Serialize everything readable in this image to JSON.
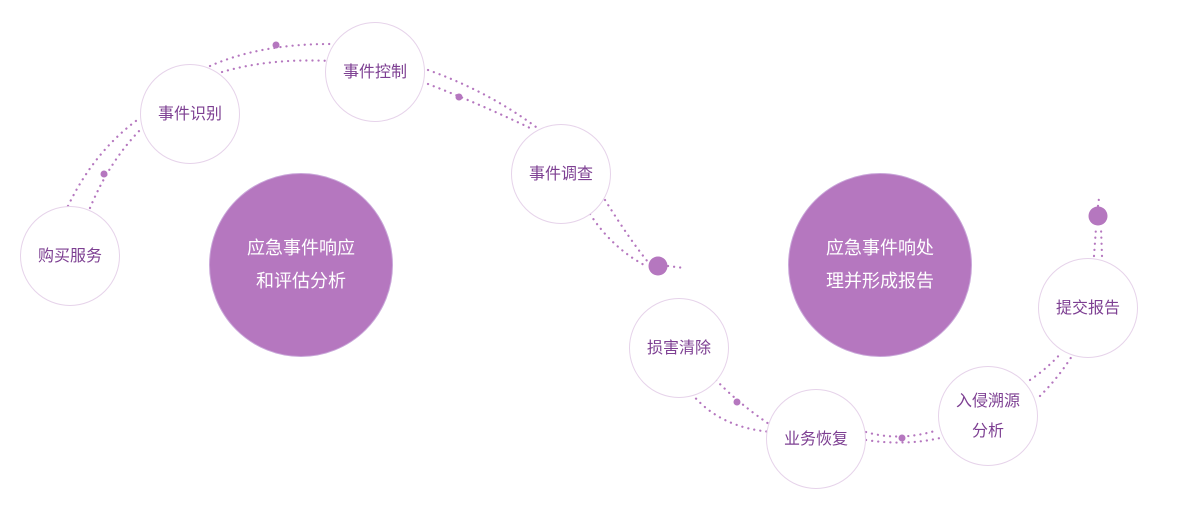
{
  "colors": {
    "accent": "#b577bf",
    "node_text": "#7d3f92",
    "hub_text": "#ffffff"
  },
  "hubs": {
    "left": "应急事件响应\n和评估分析",
    "right": "应急事件响处\n理并形成报告"
  },
  "steps": {
    "buy_service": "购买服务",
    "identify": "事件识别",
    "control": "事件控制",
    "investigate": "事件调查",
    "cleanup": "损害清除",
    "recover": "业务恢复",
    "trace": "入侵溯源\n分析",
    "report": "提交报告"
  }
}
